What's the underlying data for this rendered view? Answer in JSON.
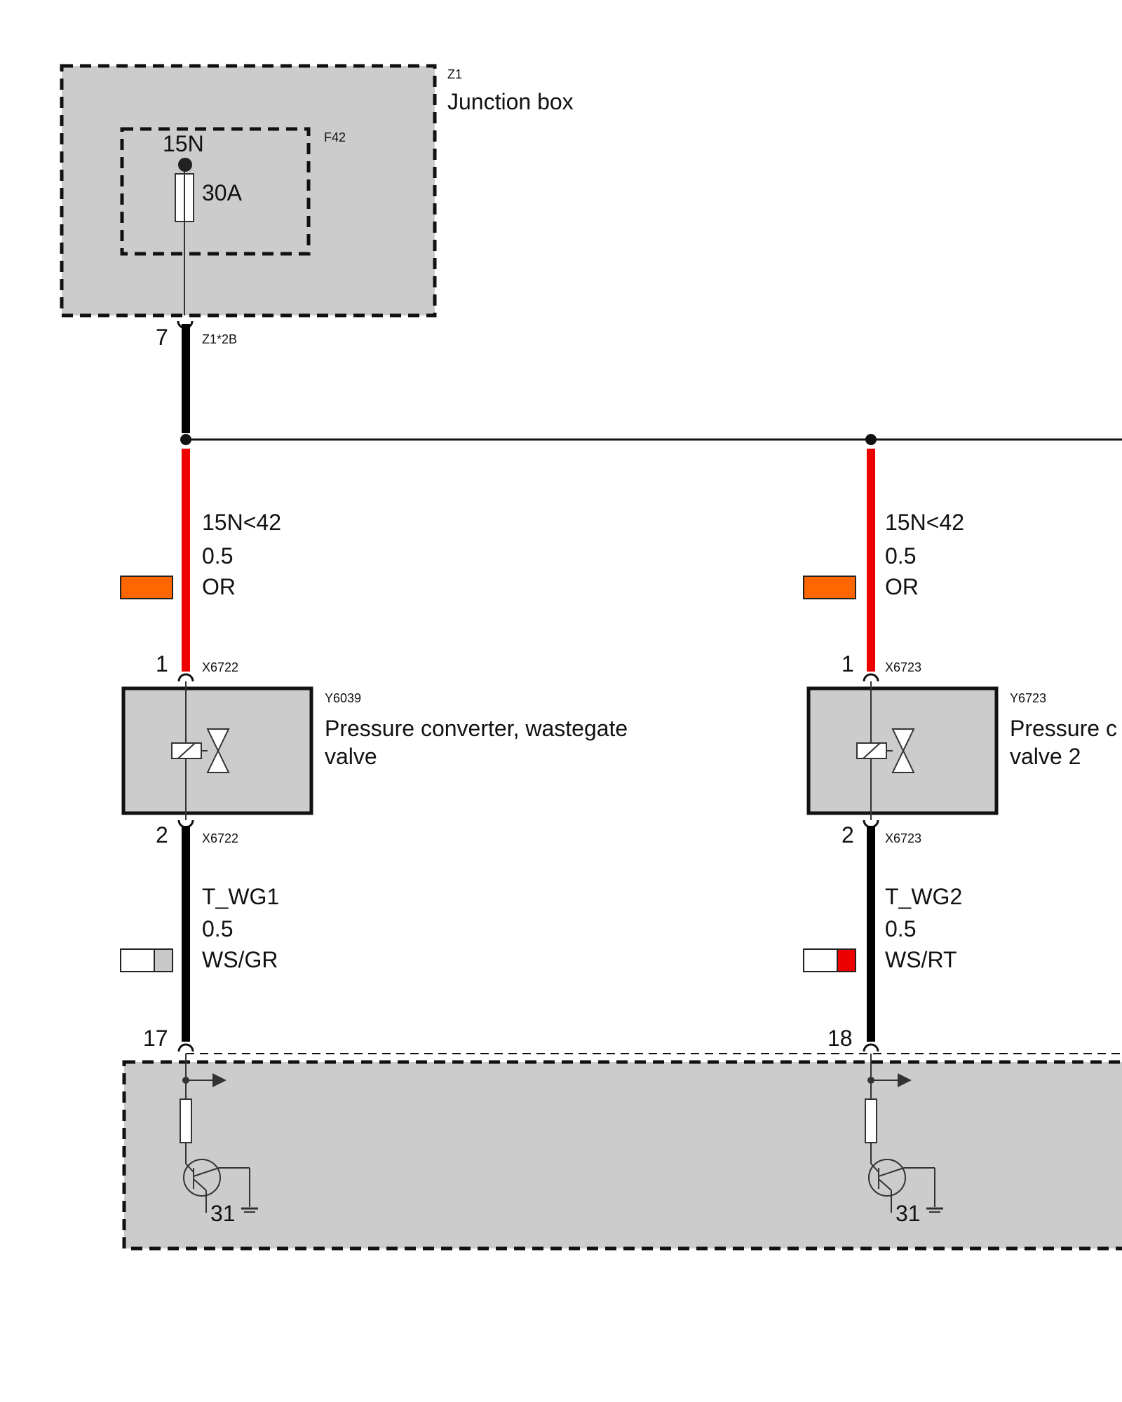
{
  "junction_box": {
    "id": "Z1",
    "name": "Junction box",
    "fuse_id": "F42",
    "fuse_terminal": "15N",
    "fuse_rating": "30A",
    "connector": "Z1*2B",
    "pin": "7"
  },
  "wires": [
    {
      "signal": "15N<42",
      "cross_section": "0.5",
      "color_code": "OR",
      "swatch_colors": [
        "#ff6600"
      ]
    },
    {
      "signal": "15N<42",
      "cross_section": "0.5",
      "color_code": "OR",
      "swatch_colors": [
        "#ff6600"
      ]
    },
    {
      "signal": "T_WG1",
      "cross_section": "0.5",
      "color_code": "WS/GR",
      "swatch_colors": [
        "#ffffff",
        "#c8c8c8"
      ]
    },
    {
      "signal": "T_WG2",
      "cross_section": "0.5",
      "color_code": "WS/RT",
      "swatch_colors": [
        "#ffffff",
        "#ee0000"
      ]
    }
  ],
  "components": [
    {
      "id": "Y6039",
      "name_line1": "Pressure converter, wastegate",
      "name_line2": "valve",
      "connector": "X6722",
      "pin_top": "1",
      "pin_bottom": "2"
    },
    {
      "id": "Y6723",
      "name_line1": "Pressure c",
      "name_line2": "valve 2",
      "connector": "X6723",
      "pin_top": "1",
      "pin_bottom": "2"
    }
  ],
  "control_unit": {
    "pins": [
      "17",
      "18"
    ],
    "ground_labels": [
      "31",
      "31"
    ]
  },
  "colors": {
    "box_fill": "#cccccc",
    "supply_wire": "#ee0000",
    "signal_wire": "#000000"
  }
}
